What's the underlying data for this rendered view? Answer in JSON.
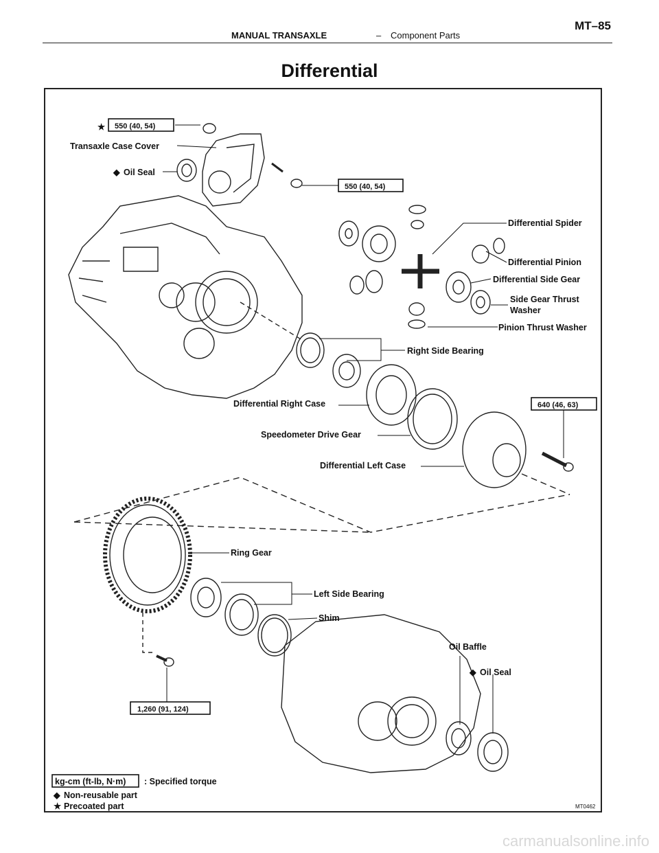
{
  "header": {
    "section": "MANUAL TRANSAXLE",
    "separator": "–",
    "subsection": "Component Parts",
    "page": "MT–85"
  },
  "title": "Differential",
  "labels": {
    "transaxle_case_cover": "Transaxle Case Cover",
    "oil_seal_top": "Oil Seal",
    "differential_spider": "Differential Spider",
    "differential_pinion": "Differential Pinion",
    "differential_side_gear": "Differential Side Gear",
    "side_gear_thrust_1": "Side Gear Thrust",
    "side_gear_thrust_2": "Washer",
    "pinion_thrust_washer": "Pinion Thrust Washer",
    "right_side_bearing": "Right Side Bearing",
    "differential_right_case": "Differential Right Case",
    "speedometer_drive_gear": "Speedometer Drive Gear",
    "differential_left_case": "Differential Left Case",
    "ring_gear": "Ring Gear",
    "left_side_bearing": "Left Side Bearing",
    "shim": "Shim",
    "oil_baffle": "Oil Baffle",
    "oil_seal_bottom": "Oil Seal"
  },
  "torques": {
    "cover_bolt": "550 (40, 54)",
    "plug": "550 (40, 54)",
    "case_bolt": "640 (46, 63)",
    "ring_gear_bolt": "1,260 (91, 124)"
  },
  "legend": {
    "unit": "kg-cm (ft-lb, N·m)",
    "torque_desc": ": Specified torque",
    "non_reusable": "Non-reusable part",
    "precoated": "Precoated part"
  },
  "symbols": {
    "diamond": "◆",
    "star": "★"
  },
  "figure_code": "MT0462",
  "watermark": "carmanualsonline.info"
}
